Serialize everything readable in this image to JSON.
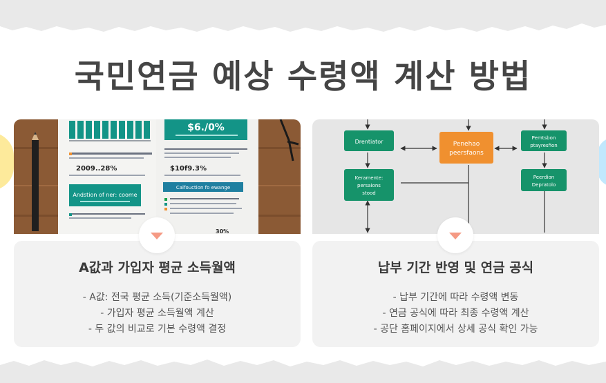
{
  "page": {
    "title": "국민연금 예상 수령액 계산 방법"
  },
  "colors": {
    "teal": "#139487",
    "green": "#16936a",
    "orange": "#f0902f",
    "arrow": "#f59a84"
  },
  "cards": [
    {
      "heading": "A값과 가입자 평균 소득월액",
      "bullets": [
        "- A값: 전국 평균 소득(기준소득월액)",
        "- 가입자 평균 소득월액 계산",
        "- 두 값의 비교로 기본 수령액 결정"
      ],
      "image": {
        "doc1_big": "2009..28%",
        "doc1_box": "Andstion of ner: coome",
        "doc2_header": "$6./0%",
        "doc2_big": "$10f9.3%",
        "doc2_bar": "Calfouction fo ewange",
        "doc2_tail": "30%"
      }
    },
    {
      "heading": "납부 기간 반영 및 연금 공식",
      "bullets": [
        "- 납부 기간에 따라 수령액 변동",
        "- 연금 공식에 따라 최종 수령액 계산",
        "- 공단 홈페이지에서 상세 공식 확인 가능"
      ],
      "image": {
        "box1": "Drentiator",
        "box2_line1": "Penehao",
        "box2_line2": "peersfaons",
        "box3_line1": "Pemtsbon",
        "box3_line2": "ptayresfion",
        "box4_line1": "Keramente:",
        "box4_line2": "persaions",
        "box4_line3": "stood",
        "box5_line1": "Peerdion",
        "box5_line2": "Depratolo"
      }
    }
  ]
}
